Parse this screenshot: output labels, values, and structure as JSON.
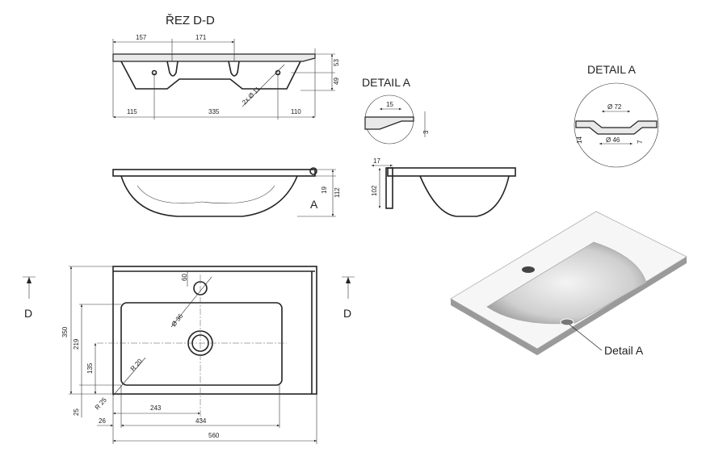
{
  "section_title": "ŘEZ D-D",
  "detail_a_left_title": "DETAIL A",
  "detail_a_right_title": "DETAIL A",
  "section_dims": {
    "d157": "157",
    "d171": "171",
    "d115": "115",
    "d335": "335",
    "d110": "110",
    "d53": "53",
    "d49": "49",
    "holes": "2x Ø 11"
  },
  "detail_left_dims": {
    "d15": "15",
    "d3": "3"
  },
  "detail_right_dims": {
    "d72": "Ø 72",
    "d46": "Ø 46",
    "d14": "14",
    "d7": "7"
  },
  "front_view": {
    "d19": "19",
    "d112": "112",
    "label_a": "A"
  },
  "side_view": {
    "d17": "17",
    "d102": "102"
  },
  "plan_view": {
    "d350": "350",
    "d219": "219",
    "d135": "135",
    "d25": "25",
    "d60": "60",
    "d36": "Ø 36",
    "r20": "R 20",
    "r25": "R 25",
    "d243": "243",
    "d26": "26",
    "d434": "434",
    "d560": "560",
    "section_left": "D",
    "section_right": "D"
  },
  "render_callout": "Detail A"
}
